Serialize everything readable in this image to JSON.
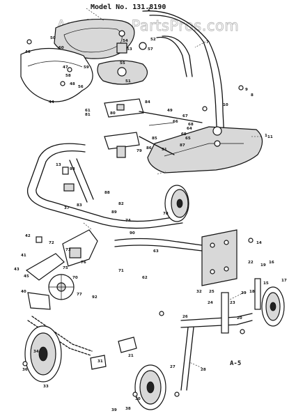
{
  "watermark": "AppliancePartsPros.com",
  "model_label": "Model No. 131.8190",
  "sheet_label": "A-5",
  "callouts": [
    "1",
    "2",
    "7",
    "8",
    "9",
    "10",
    "11",
    "13",
    "14",
    "15",
    "16",
    "17",
    "18",
    "19",
    "20",
    "21",
    "22",
    "23",
    "24",
    "25",
    "26",
    "27",
    "28",
    "29",
    "30",
    "31",
    "32",
    "33",
    "34",
    "36",
    "37",
    "38",
    "39",
    "40",
    "41",
    "42",
    "43",
    "44",
    "45",
    "46",
    "47",
    "48",
    "49",
    "50",
    "51",
    "52",
    "53",
    "54",
    "55",
    "56",
    "57",
    "58",
    "59",
    "60",
    "61",
    "62",
    "63",
    "64",
    "65",
    "66",
    "67",
    "68",
    "69",
    "70",
    "71",
    "72",
    "73",
    "74",
    "75",
    "76",
    "77",
    "78",
    "79",
    "80",
    "81",
    "82",
    "83",
    "84",
    "85",
    "86",
    "87",
    "88",
    "89",
    "90",
    "91",
    "92",
    "93"
  ]
}
